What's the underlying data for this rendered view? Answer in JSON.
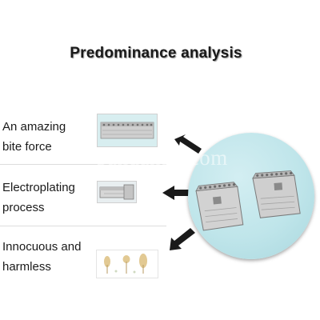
{
  "title": "Predominance analysis",
  "features": [
    {
      "line1": "An amazing",
      "line2": "bite force",
      "icon": "crimp-end-closeup"
    },
    {
      "line1": "Electroplating",
      "line2": "process",
      "icon": "plated-crimp-end"
    },
    {
      "line1": "Innocuous and",
      "line2": "harmless",
      "icon": "trees-illustration"
    }
  ],
  "watermark": "pandahall.com",
  "colors": {
    "circle": "#bfe5ea",
    "metal": "#c9c9c9",
    "arrow": "#1a1a1a"
  }
}
